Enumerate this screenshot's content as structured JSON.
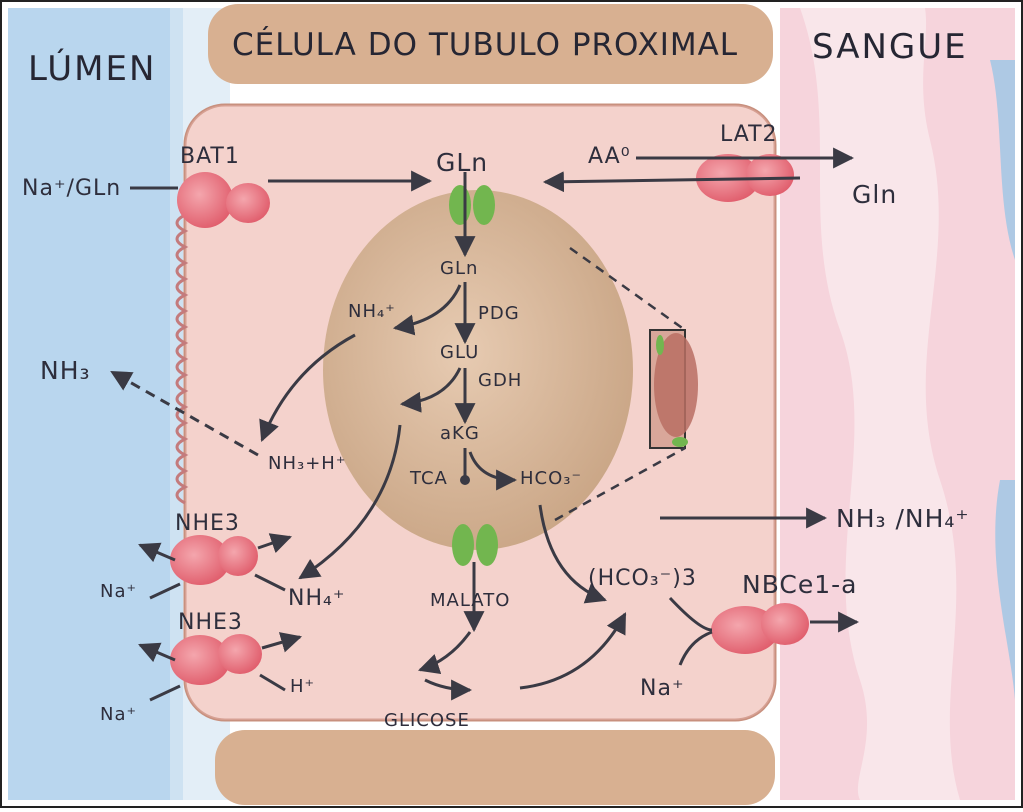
{
  "headers": {
    "lumen": "LÚMEN",
    "cell": "CÉLULA DO TUBULO PROXIMAL",
    "blood": "SANGUE"
  },
  "transporters": {
    "bat1": "BAT1",
    "lat2": "LAT2",
    "nhe3_top": "NHE3",
    "nhe3_bottom": "NHE3",
    "nbce1a": "NBCe1-a"
  },
  "substrates": {
    "na_gln": "Na⁺/GLn",
    "gln_cell": "GLn",
    "aa0": "AA⁰",
    "gln_blood": "Gln",
    "nh3_lumen": "NH₃",
    "nh3_h": "NH₃+H⁺",
    "na_top": "Na⁺",
    "nh4_cell": "NH₄⁺",
    "na_bottom": "Na⁺",
    "h_plus": "H⁺",
    "nh3_nh4_blood": "NH₃ /NH₄⁺",
    "hco3_3": "(HCO₃⁻)3",
    "na_nbce": "Na⁺"
  },
  "mitochondrion": {
    "gln": "GLn",
    "nh4": "NH₄⁺",
    "pdg": "PDG",
    "glu": "GLU",
    "gdh": "GDH",
    "akg": "aKG",
    "tca": "TCA",
    "hco3": "HCO₃⁻"
  },
  "cytosol": {
    "malato": "MALATO",
    "glicose": "GLICOSE"
  },
  "colors": {
    "lumen": "#a9cdea",
    "cell": "#f1c6c1",
    "blood": "#f3c2cf",
    "mitochondrion": "#d6b69b",
    "transporter": "#e8737f",
    "channel": "#72b64f",
    "arrow": "#3a3a44",
    "header_pill": "#d8b091"
  }
}
